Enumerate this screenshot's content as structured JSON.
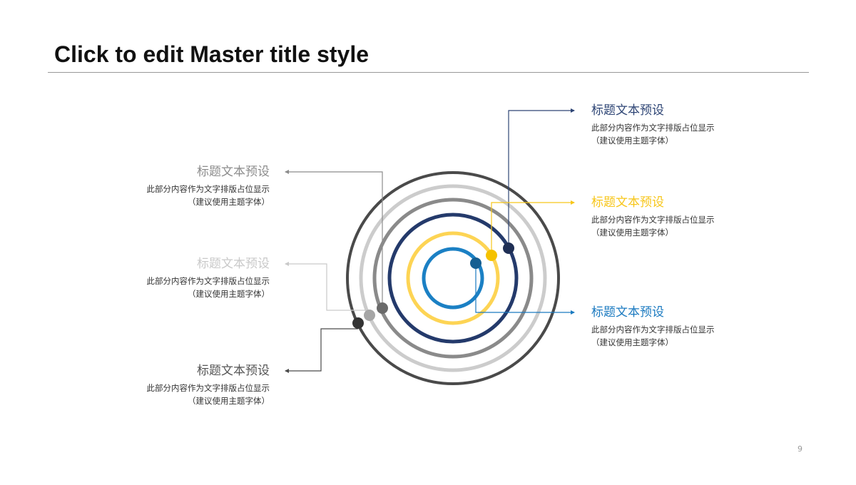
{
  "slide": {
    "title": "Click to edit Master title style",
    "page_number": "9"
  },
  "colors": {
    "navy": "#2e4575",
    "yellow": "#f7c61a",
    "blue": "#1b7ac0",
    "gray": "#8c8c8c",
    "light_gray": "#c9c9c9",
    "dark_gray": "#4a4a4a"
  },
  "items": [
    {
      "title": "标题文本预设",
      "line1": "此部分内容作为文字排版占位显示",
      "line2": "（建议使用主题字体）",
      "color": "#2e4575"
    },
    {
      "title": "标题文本预设",
      "line1": "此部分内容作为文字排版占位显示",
      "line2": "（建议使用主题字体）",
      "color": "#f7c61a"
    },
    {
      "title": "标题文本预设",
      "line1": "此部分内容作为文字排版占位显示",
      "line2": "（建议使用主题字体）",
      "color": "#1b7ac0"
    },
    {
      "title": "标题文本预设",
      "line1": "此部分内容作为文字排版占位显示",
      "line2": "（建议使用主题字体）",
      "color": "#8c8c8c"
    },
    {
      "title": "标题文本预设",
      "line1": "此部分内容作为文字排版占位显示",
      "line2": "（建议使用主题字体）",
      "color": "#c9c9c9"
    },
    {
      "title": "标题文本预设",
      "line1": "此部分内容作为文字排版占位显示",
      "line2": "（建议使用主题字体）",
      "color": "#555555"
    }
  ]
}
